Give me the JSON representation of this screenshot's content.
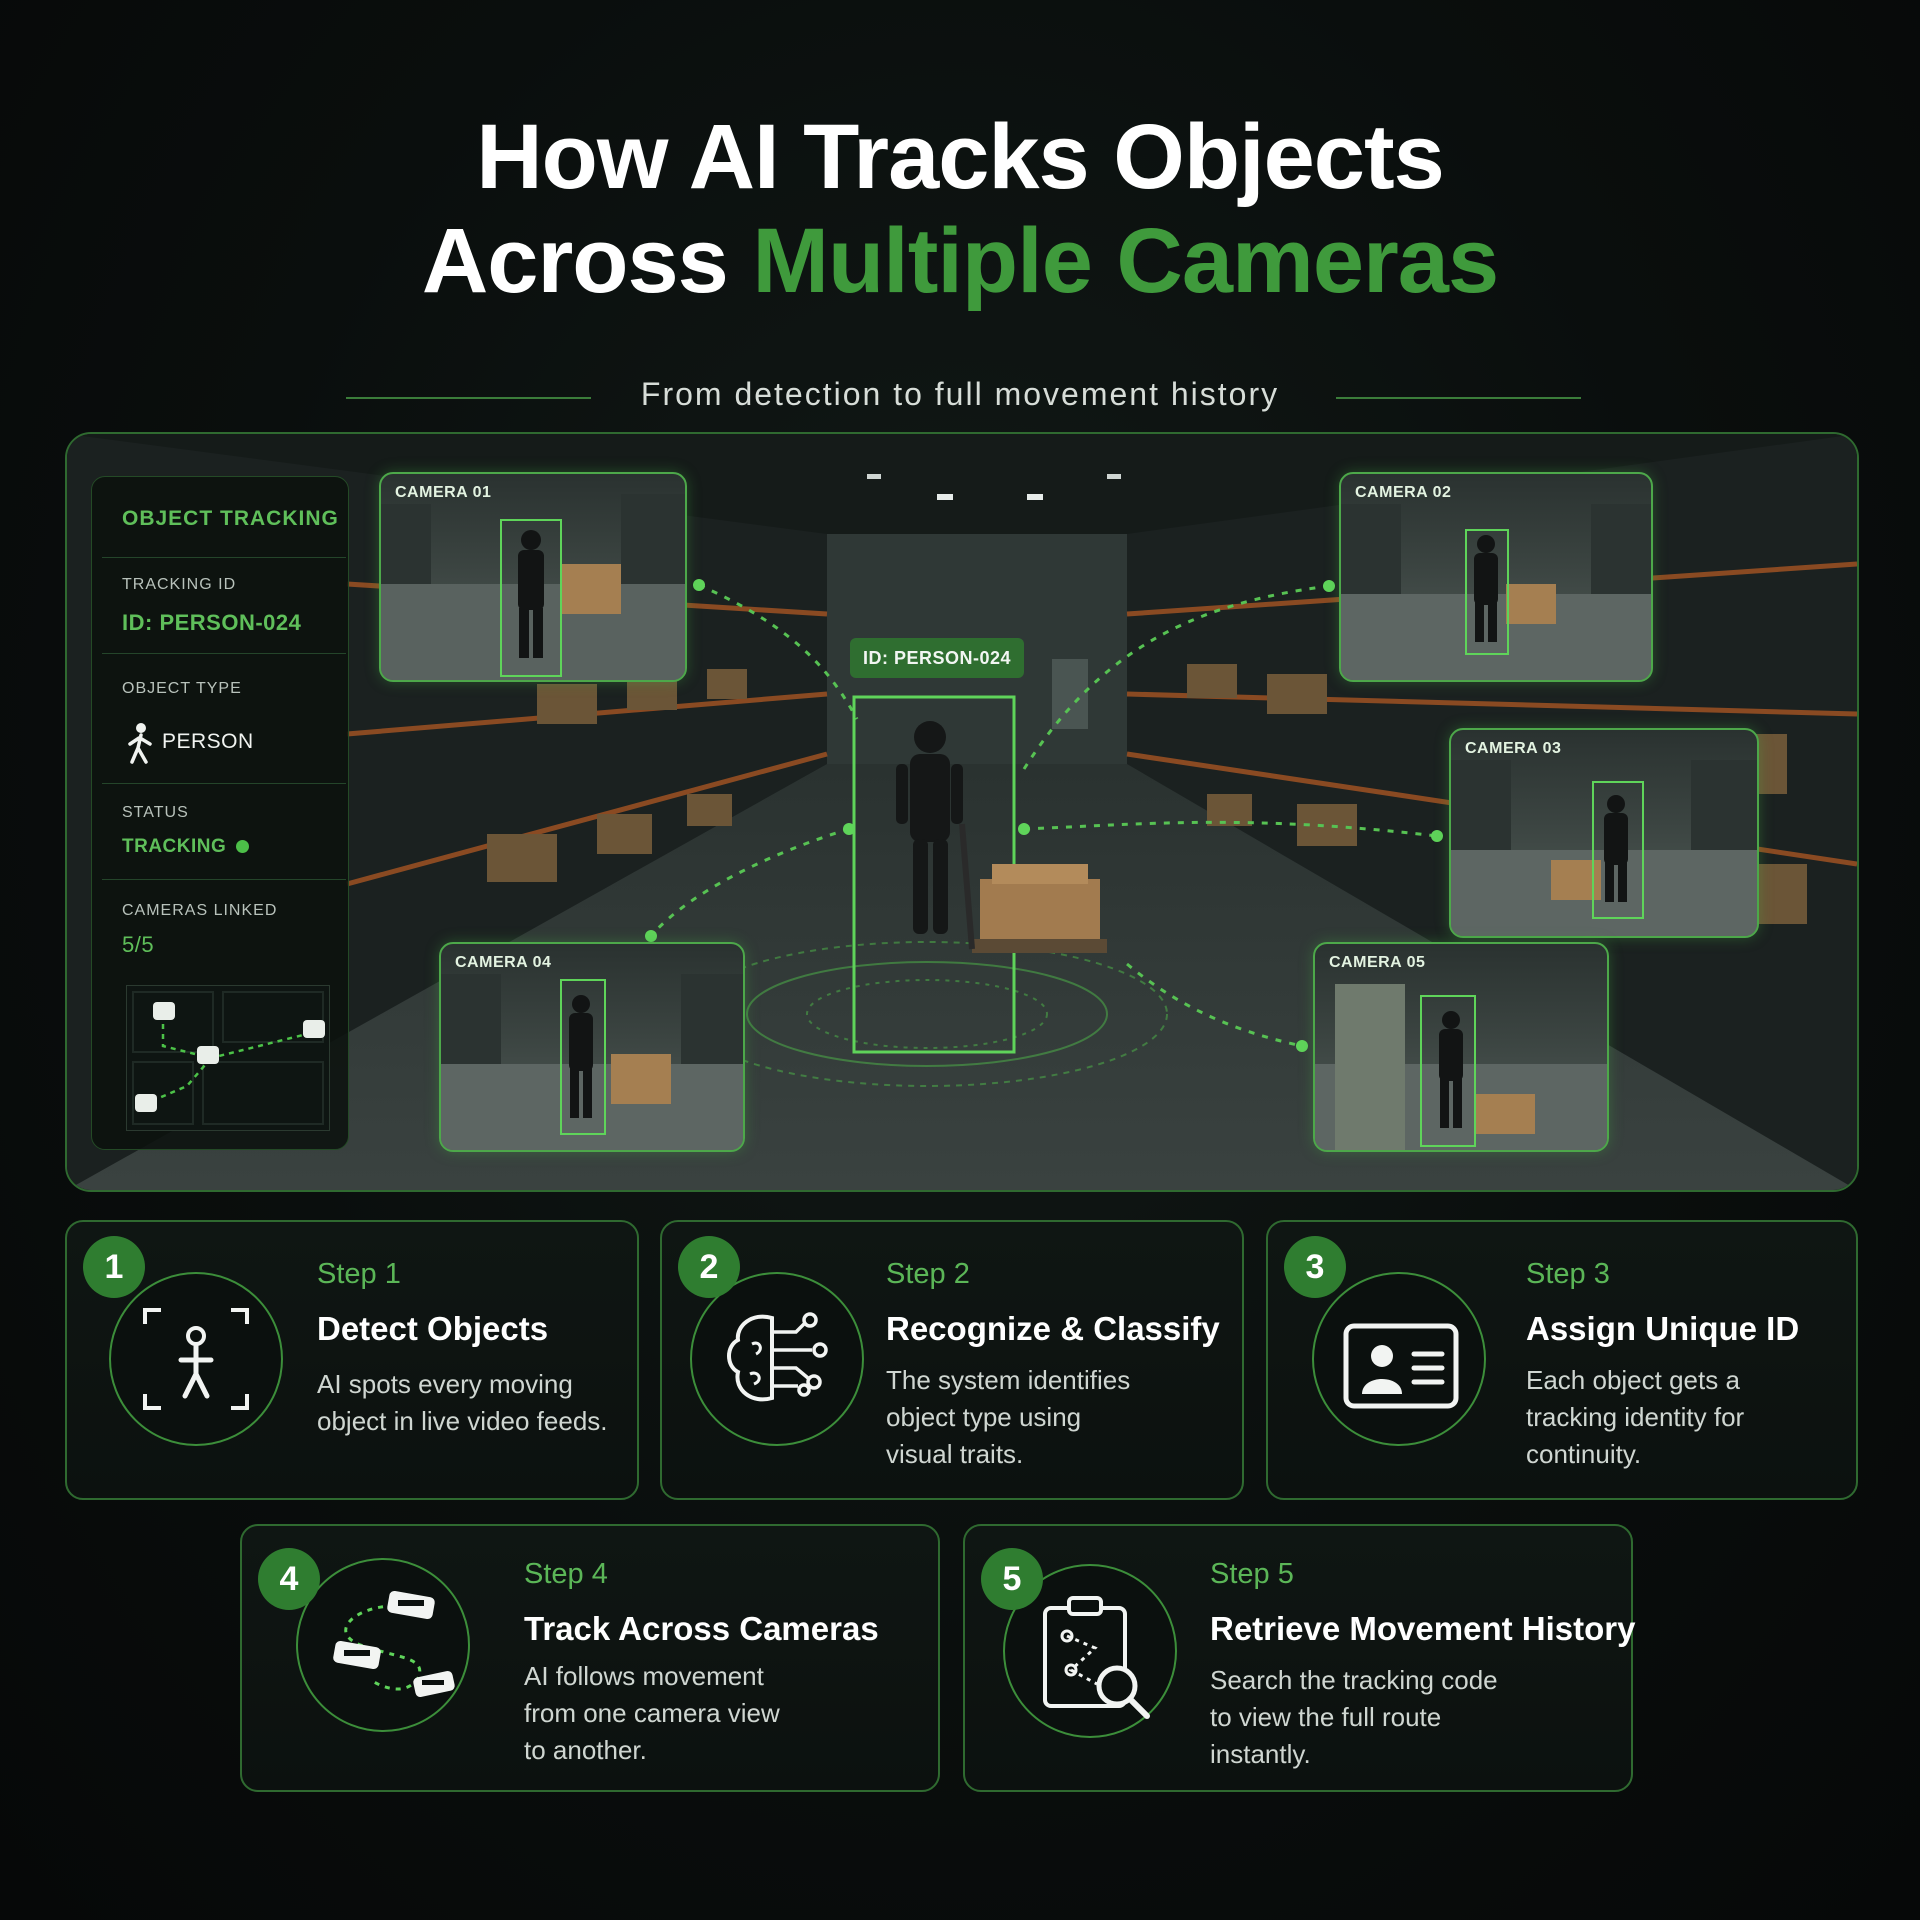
{
  "title": {
    "line1": "How AI Tracks Objects",
    "line2_white": "Across",
    "line2_green": "Multiple Cameras"
  },
  "subtitle": "From detection to full movement history",
  "panel": {
    "heading": "OBJECT TRACKING",
    "tracking_id_label": "TRACKING ID",
    "tracking_id_value": "ID: PERSON-024",
    "object_type_label": "OBJECT TYPE",
    "object_type_value": "PERSON",
    "status_label": "STATUS",
    "status_value": "TRACKING",
    "cameras_linked_label": "CAMERAS LINKED",
    "cameras_linked_value": "5/5"
  },
  "main_tag": "ID: PERSON-024",
  "cameras": [
    {
      "label": "CAMERA 01"
    },
    {
      "label": "CAMERA 02"
    },
    {
      "label": "CAMERA 03"
    },
    {
      "label": "CAMERA 04"
    },
    {
      "label": "CAMERA 05"
    }
  ],
  "steps": [
    {
      "num": "1",
      "label": "Step 1",
      "title": "Detect Objects",
      "desc": [
        "AI spots every moving",
        "object in live video feeds."
      ],
      "icon": "person-detect-icon"
    },
    {
      "num": "2",
      "label": "Step 2",
      "title": "Recognize & Classify",
      "desc": [
        "The system identifies",
        "object type using",
        "visual traits."
      ],
      "icon": "brain-circuit-icon"
    },
    {
      "num": "3",
      "label": "Step 3",
      "title": "Assign Unique ID",
      "desc": [
        "Each object gets a",
        "tracking identity for",
        "continuity."
      ],
      "icon": "id-card-icon"
    },
    {
      "num": "4",
      "label": "Step 4",
      "title": "Track Across Cameras",
      "desc": [
        "AI follows movement",
        "from one camera view",
        "to another."
      ],
      "icon": "cameras-path-icon"
    },
    {
      "num": "5",
      "label": "Step 5",
      "title": "Retrieve Movement History",
      "desc": [
        "Search the tracking code",
        "to view the full route",
        "instantly."
      ],
      "icon": "clipboard-search-icon"
    }
  ],
  "colors": {
    "accent": "#3f9a3c",
    "accent_bright": "#5fbf5a",
    "background": "#0a0e0d"
  }
}
